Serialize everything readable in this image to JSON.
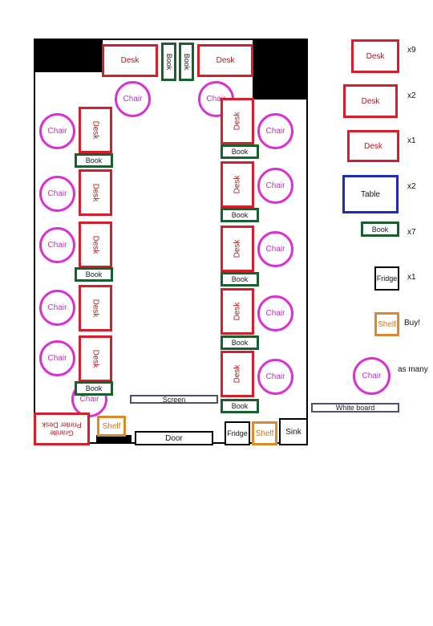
{
  "room": {
    "desk_label": "Desk",
    "chair_label": "Chair",
    "book_label": "Book",
    "screen_label": "Screen",
    "door_label": "Door",
    "fridge_label": "Fridge",
    "shelf_label": "Shelf",
    "sink_label": "Sink",
    "granite_desk_label": "Granite Printer Desk"
  },
  "legend": {
    "desk1": {
      "label": "Desk",
      "count": "x9"
    },
    "desk2": {
      "label": "Desk",
      "count": "x2"
    },
    "desk3": {
      "label": "Desk",
      "count": "x1"
    },
    "table": {
      "label": "Table",
      "count": "x2"
    },
    "book": {
      "label": "Book",
      "count": "x7"
    },
    "fridge": {
      "label": "Fridge",
      "count": "x1"
    },
    "shelf": {
      "label": "Shelf",
      "count": "Buy!"
    },
    "chair": {
      "label": "Chair",
      "count": "as many"
    },
    "whiteboard": {
      "label": "White board"
    }
  },
  "colors": {
    "desk": "#d41e2a",
    "chair": "#d733d1",
    "book": "#1a5f30",
    "table": "#1f2bb8",
    "shelf": "#d88b2e",
    "screen": "#5a4a72",
    "wall": "#000000"
  }
}
